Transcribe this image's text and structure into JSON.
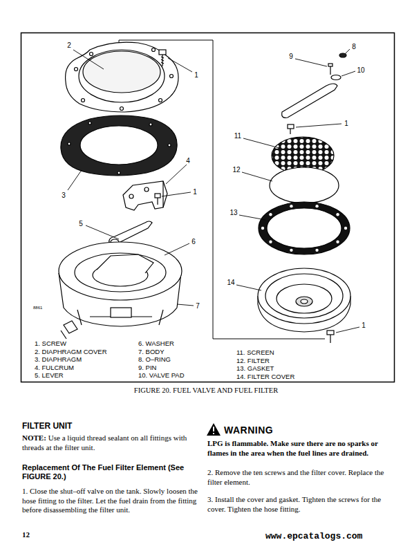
{
  "diagram": {
    "caption": "FIGURE 20. FUEL VALVE AND FUEL FILTER",
    "labels": [
      "2",
      "1",
      "3",
      "4",
      "1",
      "5",
      "6",
      "7",
      "8861",
      "9",
      "8",
      "10",
      "1",
      "11",
      "12",
      "13",
      "14",
      "1",
      "1. SCREW",
      "2. DIAPHRAGM COVER",
      "3. DIAPHRAGM",
      "4. FULCRUM",
      "5. LEVER",
      "6. WASHER",
      "7. BODY",
      "8. O–RING",
      "9. PIN",
      "10. VALVE PAD",
      "11. SCREEN",
      "12. FILTER",
      "13. GASKET",
      "14. FILTER COVER",
      "FILTER UNIT",
      "NOTE:",
      "Use a liquid thread sealant on all fittings with threads at the filter unit.",
      "Replacement Of The Fuel Filter Element (See FIGURE 20.)",
      "1. Close the shut–off valve on the tank. Slowly loosen the hose fitting to the filter. Let the fuel drain from the fitting before disassembling the filter unit.",
      "WARNING",
      "LPG is flammable. Make sure there are no sparks or flames in the area when the fuel lines are drained.",
      "2. Remove the ten screws and the filter cover. Replace the filter element.",
      "3. Install the cover and gasket. Tighten the screws for the cover. Tighten the hose fitting.",
      "12",
      "www.epcatalogs.com"
    ]
  }
}
